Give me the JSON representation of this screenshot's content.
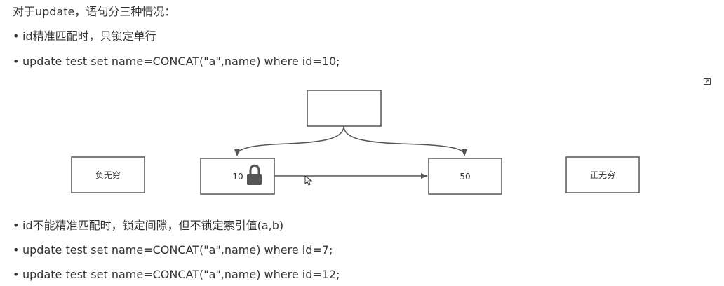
{
  "intro": {
    "heading": "对于update，语句分三种情况：",
    "bullet_glyph": "•"
  },
  "case1": {
    "title": "id精准匹配时，只锁定单行",
    "sql": "update test set name=CONCAT(\"a\",name) where id=10;"
  },
  "diagram": {
    "boxes": {
      "top": "",
      "neg_infinity": "负无穷",
      "ten": "10",
      "fifty": "50",
      "pos_infinity": "正无穷"
    },
    "lock_icon": "lock-icon",
    "expand_icon": "expand-icon"
  },
  "case2": {
    "title": "id不能精准匹配时，锁定间隙，但不锁定索引值(a,b)",
    "sql_a": "update test set name=CONCAT(\"a\",name) where id=7;",
    "sql_b": "update test set name=CONCAT(\"a\",name) where id=12;"
  },
  "colors": {
    "text": "#333333",
    "stroke": "#555555",
    "lock": "#555555"
  }
}
